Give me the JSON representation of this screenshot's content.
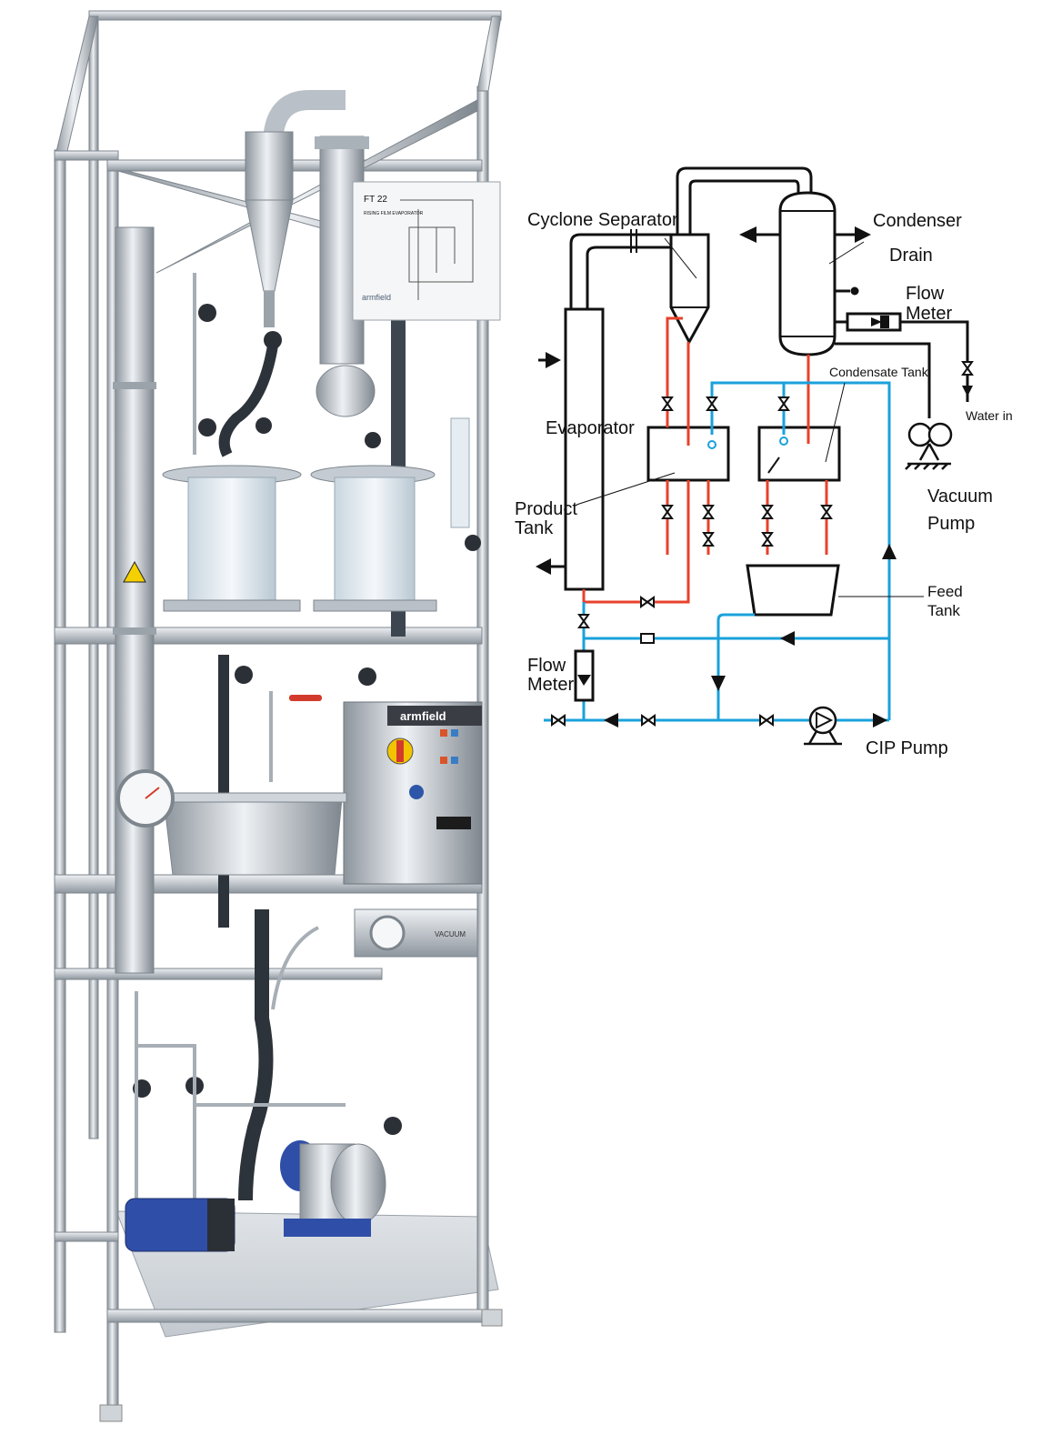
{
  "machine": {
    "info_plate_title": "FT 22",
    "info_plate_subtitle": "RISING FILM EVAPORATOR",
    "info_plate_brand": "armfield",
    "control_box_brand": "armfield",
    "vacuum_panel_label": "VACUUM"
  },
  "diagram": {
    "labels": {
      "cyclone_separator": "Cyclone Separator",
      "condenser": "Condenser",
      "drain": "Drain",
      "flow_meter_top_1": "Flow",
      "flow_meter_top_2": "Meter",
      "condensate_tank": "Condensate Tank",
      "water_in": "Water in",
      "evaporator": "Evaporator",
      "product_tank_1": "Product",
      "product_tank_2": "Tank",
      "vacuum_pump_1": "Vacuum",
      "vacuum_pump_2": "Pump",
      "feed_tank_1": "Feed",
      "feed_tank_2": "Tank",
      "flow_meter_low_1": "Flow",
      "flow_meter_low_2": "Meter",
      "cip_pump": "CIP Pump"
    },
    "colors": {
      "process_line": "#111111",
      "product_line": "#e8412b",
      "cip_line": "#1aa1db",
      "frame_steel": "#b9c0c7",
      "valve_handle": "#2b2f36",
      "pump_blue": "#2f4ea8"
    }
  }
}
